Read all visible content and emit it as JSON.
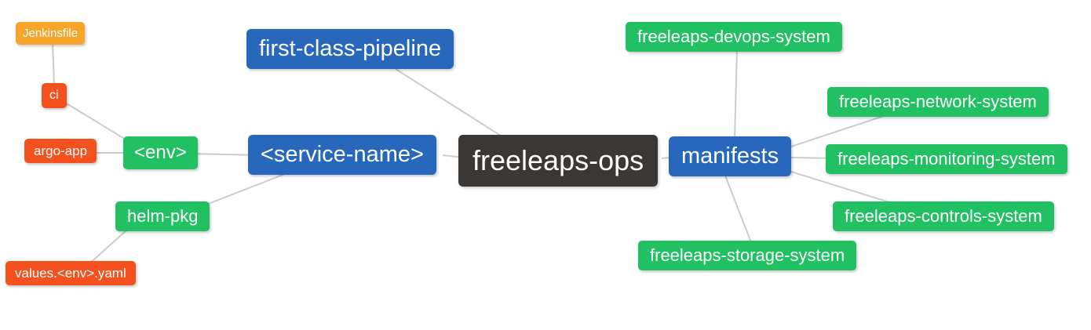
{
  "palette": {
    "root_bg": "#3B3734",
    "blue": "#2767BC",
    "green": "#21C063",
    "red": "#F4511E",
    "orange": "#F7A42A",
    "edge": "#CCCCCC",
    "text": "#FFFFFF",
    "background": "#FFFFFF"
  },
  "nodes": {
    "root": {
      "label": "freeleaps-ops"
    },
    "first_class_pipeline": {
      "label": "first-class-pipeline"
    },
    "service_name": {
      "label": "<service-name>"
    },
    "manifests": {
      "label": "manifests"
    },
    "env": {
      "label": "<env>"
    },
    "helm_pkg": {
      "label": "helm-pkg"
    },
    "ci": {
      "label": "ci"
    },
    "argo_app": {
      "label": "argo-app"
    },
    "jenkinsfile": {
      "label": "Jenkinsfile"
    },
    "values_yaml": {
      "label": "values.<env>.yaml"
    },
    "devops_system": {
      "label": "freeleaps-devops-system"
    },
    "network_system": {
      "label": "freeleaps-network-system"
    },
    "monitoring_system": {
      "label": "freeleaps-monitoring-system"
    },
    "controls_system": {
      "label": "freeleaps-controls-system"
    },
    "storage_system": {
      "label": "freeleaps-storage-system"
    }
  },
  "edges": [
    {
      "from": "Jenkinsfile",
      "to": "ci"
    },
    {
      "from": "ci",
      "to": "<env>"
    },
    {
      "from": "argo-app",
      "to": "<env>"
    },
    {
      "from": "<env>",
      "to": "<service-name>"
    },
    {
      "from": "<service-name>",
      "to": "helm-pkg"
    },
    {
      "from": "helm-pkg",
      "to": "values.<env>.yaml"
    },
    {
      "from": "first-class-pipeline",
      "to": "freeleaps-ops"
    },
    {
      "from": "<service-name>",
      "to": "freeleaps-ops"
    },
    {
      "from": "freeleaps-ops",
      "to": "manifests"
    },
    {
      "from": "manifests",
      "to": "freeleaps-devops-system"
    },
    {
      "from": "manifests",
      "to": "freeleaps-network-system"
    },
    {
      "from": "manifests",
      "to": "freeleaps-monitoring-system"
    },
    {
      "from": "manifests",
      "to": "freeleaps-controls-system"
    },
    {
      "from": "manifests",
      "to": "freeleaps-storage-system"
    }
  ]
}
